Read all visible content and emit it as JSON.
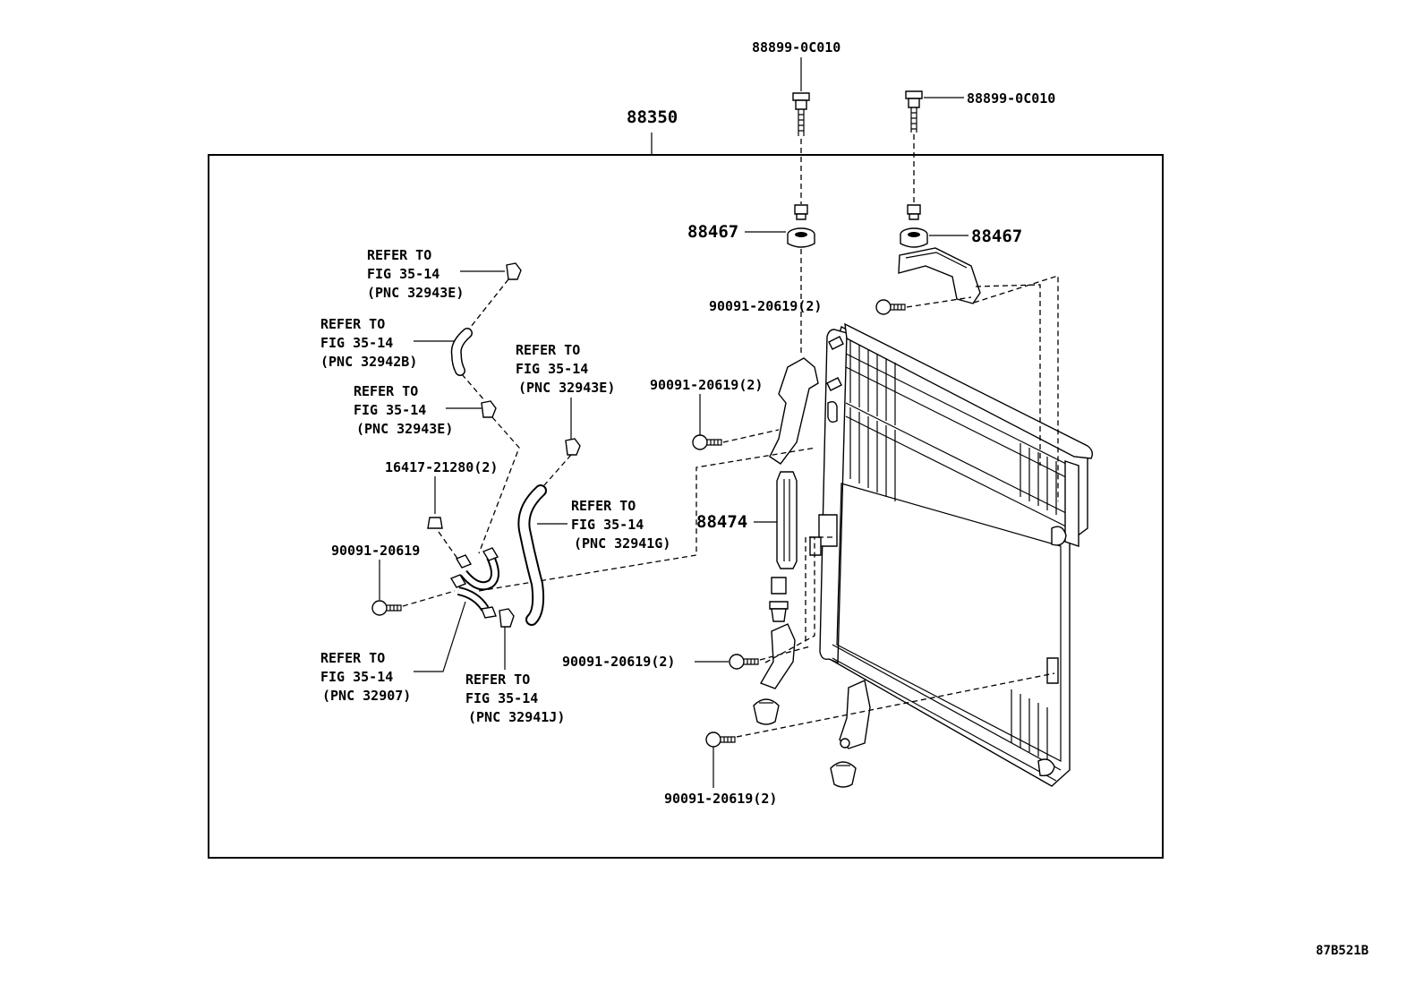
{
  "drawing_code": "87B521B",
  "assembly": {
    "part_no": "88350"
  },
  "labels": {
    "bolt_top_left": "88899-0C010",
    "bolt_top_right": "88899-0C010",
    "cushion_left": "88467",
    "cushion_right": "88467",
    "bolt_upper": "90091-20619(2)",
    "bolt_mid": "90091-20619(2)",
    "seal": "88474",
    "bolt_lower": "90091-20619(2)",
    "bolt_bottom": "90091-20619(2)",
    "bolt_pipe": "90091-20619",
    "oring": "16417-21280(2)",
    "ref_a": [
      "REFER TO",
      "FIG 35-14",
      "(PNC 32943E)"
    ],
    "ref_b": [
      "REFER TO",
      "FIG 35-14",
      "(PNC 32942B)"
    ],
    "ref_c": [
      "REFER TO",
      "FIG 35-14",
      "(PNC 32943E)"
    ],
    "ref_d": [
      "REFER TO",
      "FIG 35-14",
      "(PNC 32943E)"
    ],
    "ref_e": [
      "REFER TO",
      "FIG 35-14",
      "(PNC 32941G)"
    ],
    "ref_f": [
      "REFER TO",
      "FIG 35-14",
      "(PNC 32907)"
    ],
    "ref_g": [
      "REFER TO",
      "FIG 35-14",
      "(PNC 32941J)"
    ]
  }
}
